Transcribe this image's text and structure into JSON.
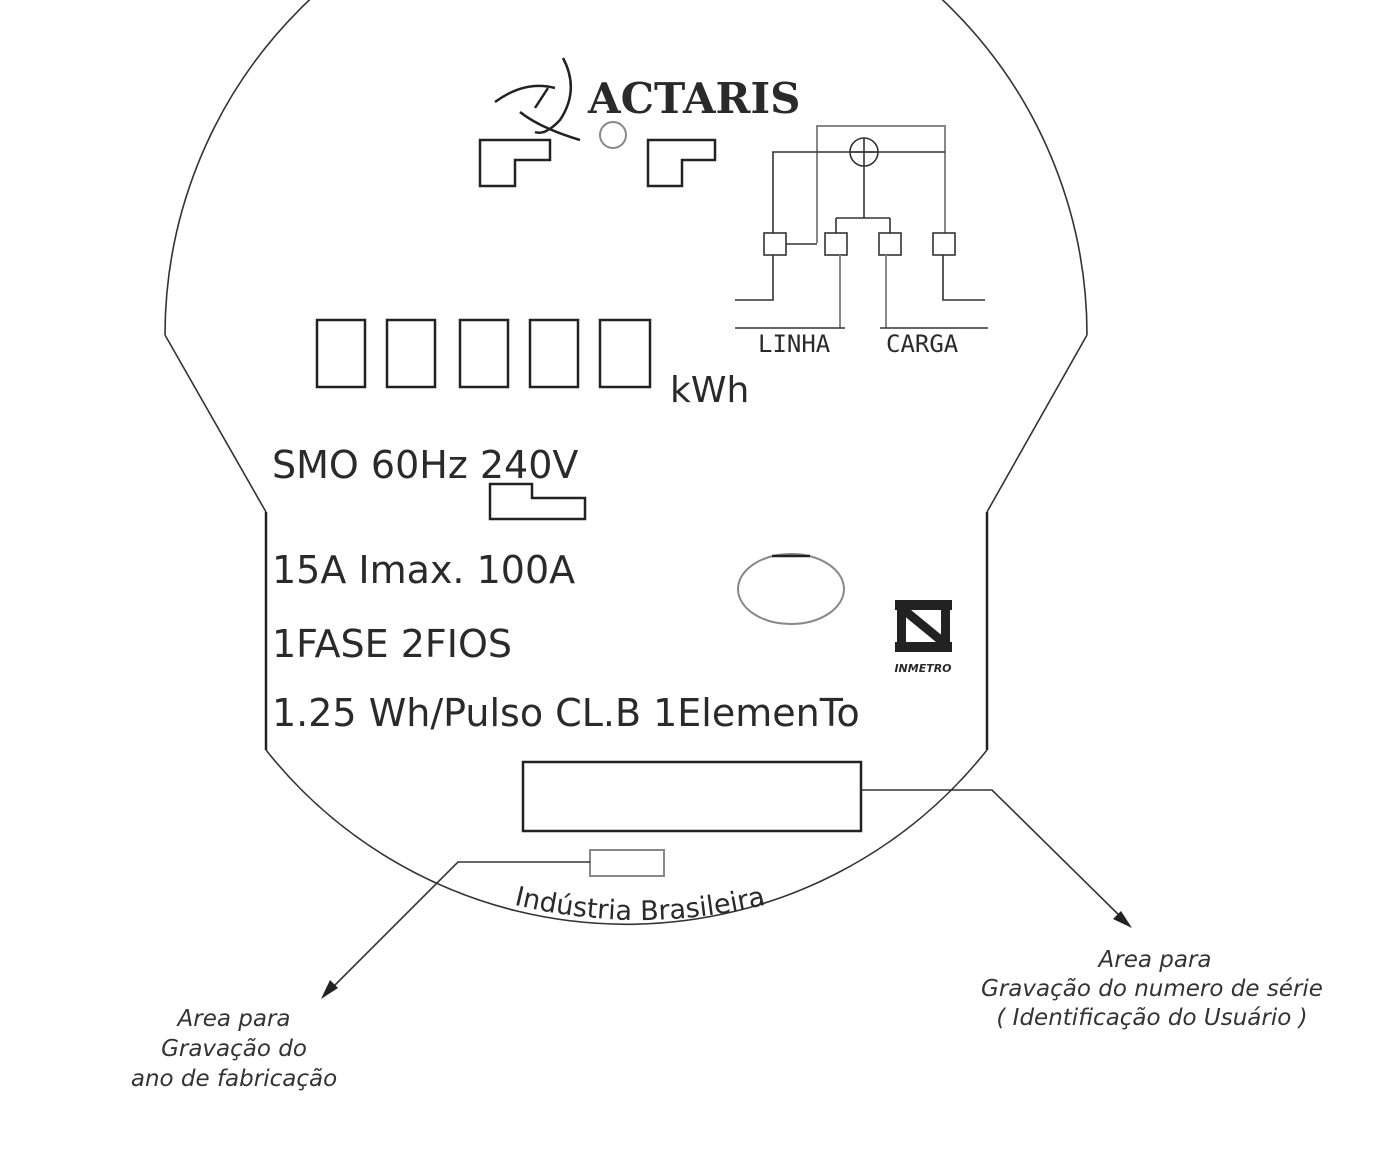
{
  "brand": {
    "name": "ACTARIS"
  },
  "register": {
    "digit_count": 5,
    "unit": "kWh"
  },
  "wiring": {
    "line_label": "LINHA",
    "load_label": "CARGA"
  },
  "specs": {
    "line1": "SMO 60Hz 240V",
    "line2": "15A Imax. 100A",
    "line3": "1FASE 2FIOS",
    "line4": "1.25 Wh/Pulso CL.B 1ElemenTo"
  },
  "certification": {
    "mark_text": "INMETRO"
  },
  "footer": {
    "origin": "Indústria Brasileira"
  },
  "callouts": {
    "serial": {
      "line1": "Area para",
      "line2": "Gravação do numero de série",
      "line3": "( Identificação do Usuário )"
    },
    "year": {
      "line1": "Area para",
      "line2": "Gravação do",
      "line3": "ano de fabricação"
    }
  }
}
